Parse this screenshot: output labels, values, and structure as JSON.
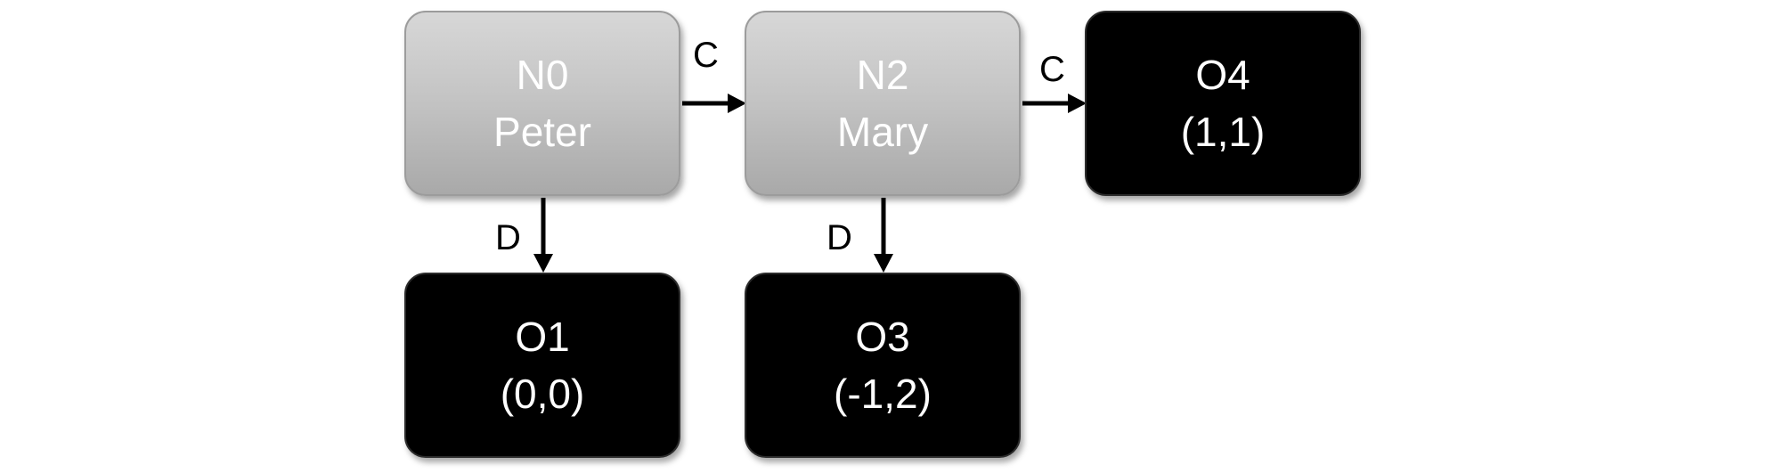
{
  "nodes": {
    "n0": {
      "id": "N0",
      "label": "Peter",
      "color": "#bdbdbd"
    },
    "n2": {
      "id": "N2",
      "label": "Mary",
      "color": "#bdbdbd"
    },
    "o4": {
      "id": "O4",
      "label": "(1,1)",
      "color": "#000000"
    },
    "o1": {
      "id": "O1",
      "label": "(0,0)",
      "color": "#000000"
    },
    "o3": {
      "id": "O3",
      "label": "(-1,2)",
      "color": "#000000"
    }
  },
  "edges": {
    "n0_n2": {
      "label": "C"
    },
    "n2_o4": {
      "label": "C"
    },
    "n0_o1": {
      "label": "D"
    },
    "n2_o3": {
      "label": "D"
    }
  }
}
